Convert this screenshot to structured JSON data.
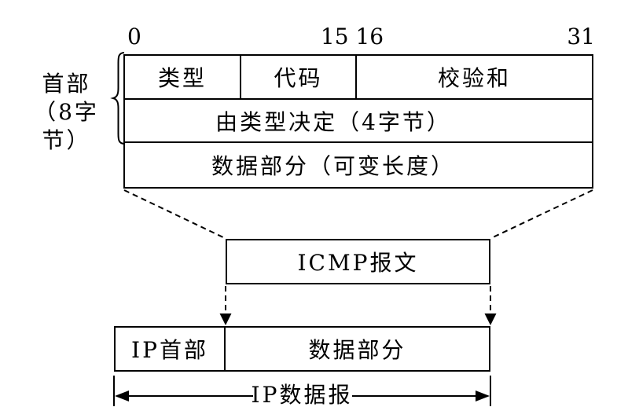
{
  "diagram": {
    "bit_labels": {
      "start": "0",
      "mid": "15 16",
      "end": "31"
    },
    "header_label": {
      "line1": "首部",
      "line2": "（8字节）"
    },
    "icmp_table": {
      "row1": [
        "类型",
        "代码",
        "校验和"
      ],
      "row2": "由类型决定（4字节）",
      "row3": "数据部分（可变长度）"
    },
    "icmp_box_label": "ICMP报文",
    "ip_box": {
      "header": "IP首部",
      "data": "数据部分"
    },
    "measure_label": "IP数据报"
  },
  "colors": {
    "ink": "#000000",
    "background": "#ffffff"
  }
}
